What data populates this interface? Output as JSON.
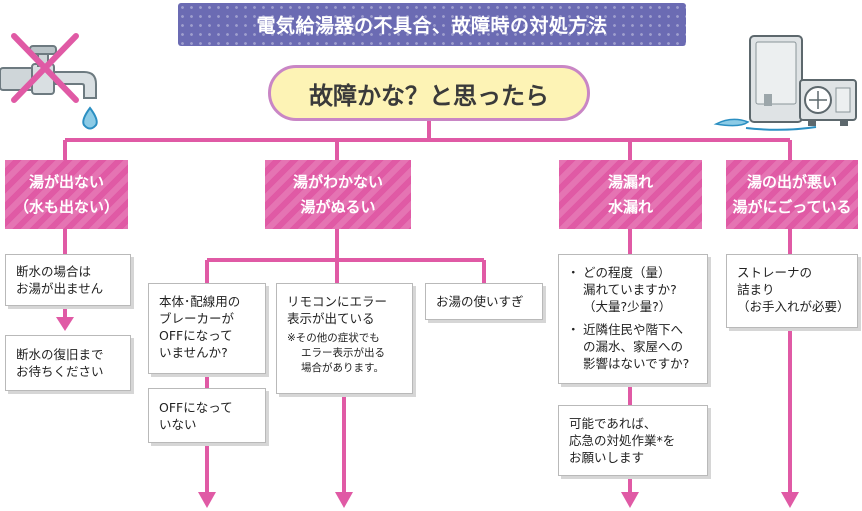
{
  "title": "電気給湯器の不具合、故障時の対処方法",
  "start": "故障かな？と思ったら",
  "categories": {
    "no_water": {
      "line1": "湯が出ない",
      "line2": "（水も出ない）"
    },
    "no_heat": {
      "line1": "湯がわかない",
      "line2": "湯がぬるい"
    },
    "leak": {
      "line1": "湯漏れ",
      "line2": "水漏れ"
    },
    "poor_flow": {
      "line1": "湯の出が悪い",
      "line2": "湯がにごっている"
    }
  },
  "cards": {
    "outage_line1": "断水の場合は",
    "outage_line2": "お湯が出ません",
    "wait_line1": "断水の復旧まで",
    "wait_line2": "お待ちください",
    "breaker_line1": "本体･配線用の",
    "breaker_line2": "ブレーカーが",
    "breaker_line3": "OFFになって",
    "breaker_line4": "いませんか?",
    "breaker_no_line1": "OFFになって",
    "breaker_no_line2": "いない",
    "remote_line1": "リモコンにエラー",
    "remote_line2": "表示が出ている",
    "remote_note_line1": "※その他の症状でも",
    "remote_note_line2": "エラー表示が出る",
    "remote_note_line3": "場合があります。",
    "overuse": "お湯の使いすぎ",
    "leak_q1_line1": "どの程度（量）",
    "leak_q1_line2": "漏れていますか?",
    "leak_q1_line3": "（大量?少量?）",
    "leak_q2_line1": "近隣住民や階下へ",
    "leak_q2_line2": "の漏水、家屋への",
    "leak_q2_line3": "影響はないですか?",
    "leak_action_line1": "可能であれば、",
    "leak_action_line2": "応急の対処作業*を",
    "leak_action_line3": "お願いします",
    "strainer_line1": "ストレーナの",
    "strainer_line2": "詰まり",
    "strainer_line3": "（お手入れが必要）"
  },
  "colors": {
    "connector": "#e05aa5",
    "title_banner": "#6b6bb3",
    "start_fill": "#fdf3b5",
    "start_border": "#c986c5"
  },
  "icons": [
    "faucet-crossed-icon",
    "water-drop-icon",
    "water-heater-icon"
  ]
}
